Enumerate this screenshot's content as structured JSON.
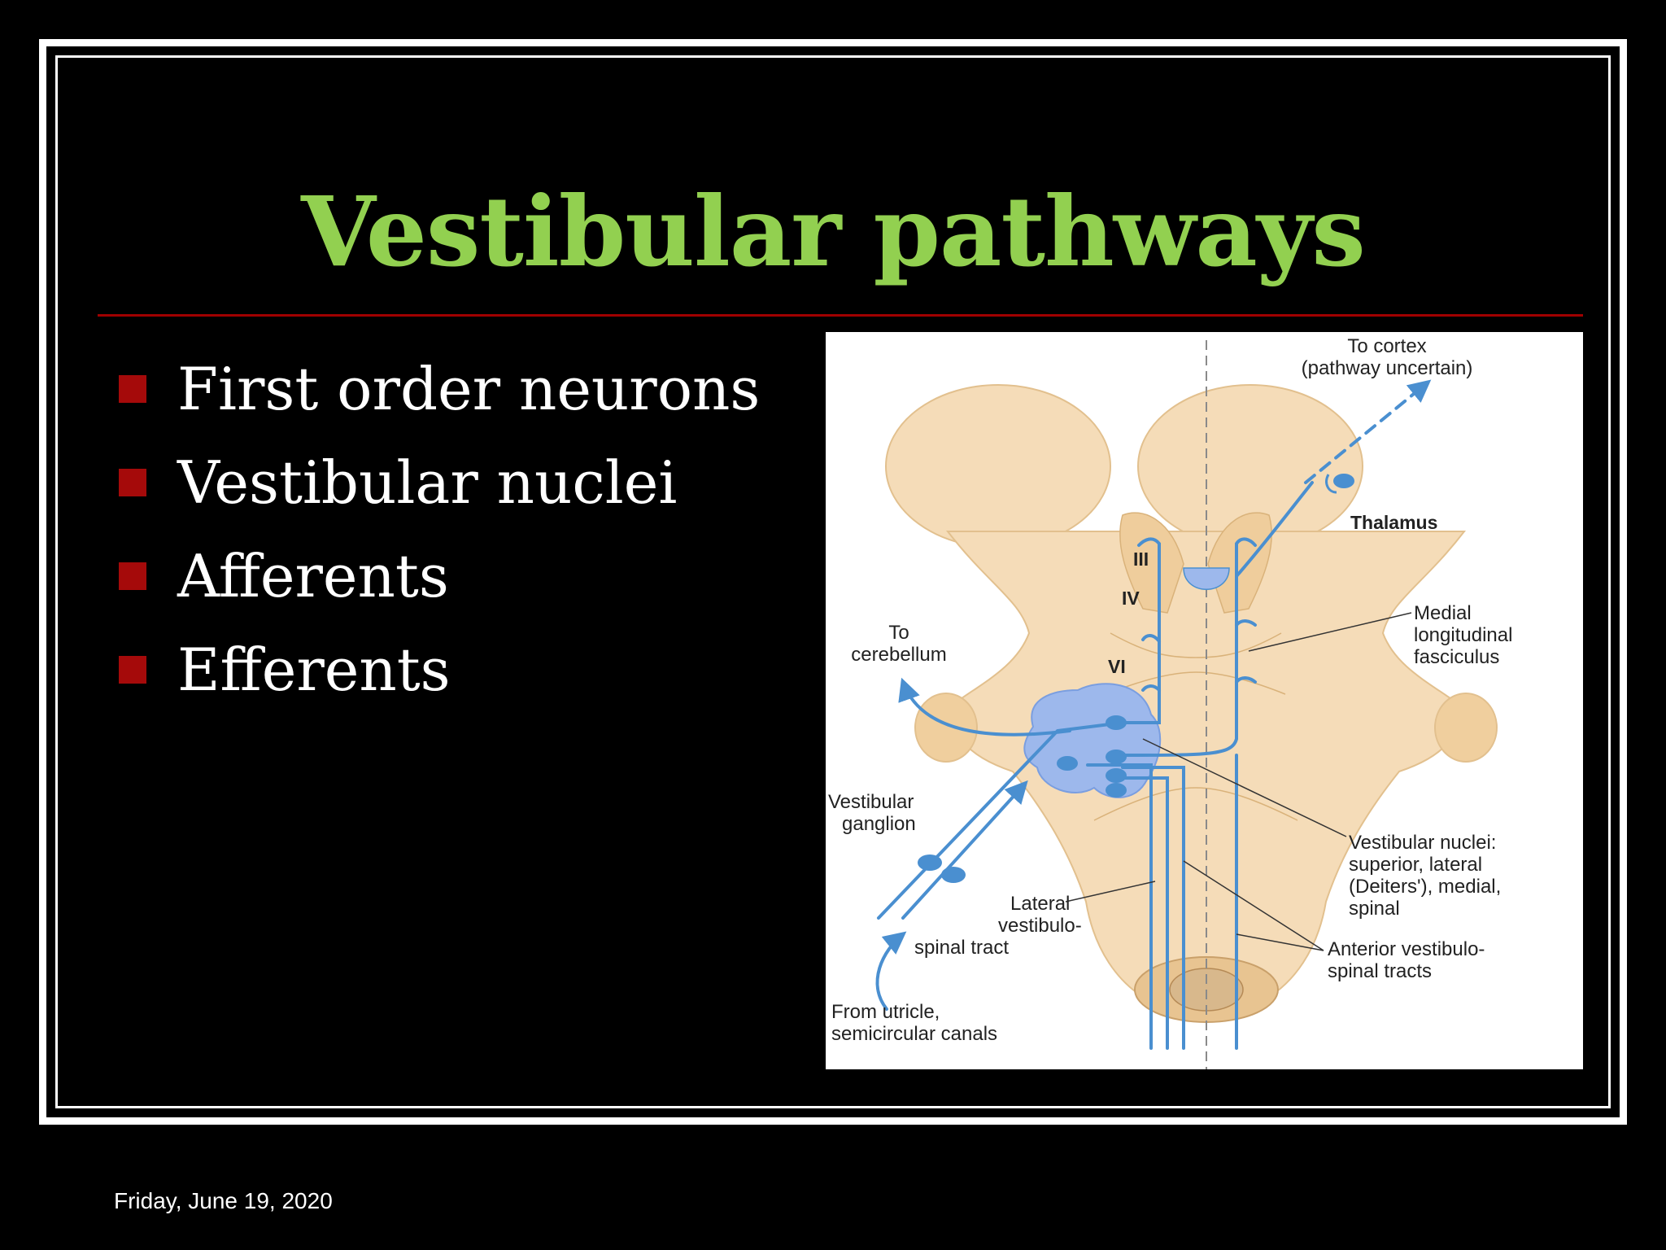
{
  "slide": {
    "title": "Vestibular pathways",
    "bullets": [
      "First order neurons",
      "Vestibular nuclei",
      "Afferents",
      "Efferents"
    ],
    "footer_date": "Friday, June 19, 2020"
  },
  "colors": {
    "title": "#92d050",
    "rule": "#a00000",
    "bullet": "#a50a0a",
    "brainstem": "#f5dcb8",
    "nucleus": "#9db8ec",
    "pathway": "#4a8fd0"
  },
  "figure": {
    "labels": {
      "to_cortex_1": "To cortex",
      "to_cortex_2": "(pathway uncertain)",
      "thalamus": "Thalamus",
      "iii": "III",
      "iv": "IV",
      "vi": "VI",
      "to_cerebellum_1": "To",
      "to_cerebellum_2": "cerebellum",
      "mlf_1": "Medial",
      "mlf_2": "longitudinal",
      "mlf_3": "fasciculus",
      "ganglion_1": "Vestibular",
      "ganglion_2": "ganglion",
      "nuclei_1": "Vestibular nuclei:",
      "nuclei_2": "superior, lateral",
      "nuclei_3": "(Deiters'), medial,",
      "nuclei_4": "spinal",
      "lateral_1": "Lateral",
      "lateral_2": "vestibulo-",
      "lateral_3": "spinal tract",
      "anterior_1": "Anterior vestibulo-",
      "anterior_2": "spinal tracts",
      "utricle_1": "From utricle,",
      "utricle_2": "semicircular canals"
    }
  }
}
